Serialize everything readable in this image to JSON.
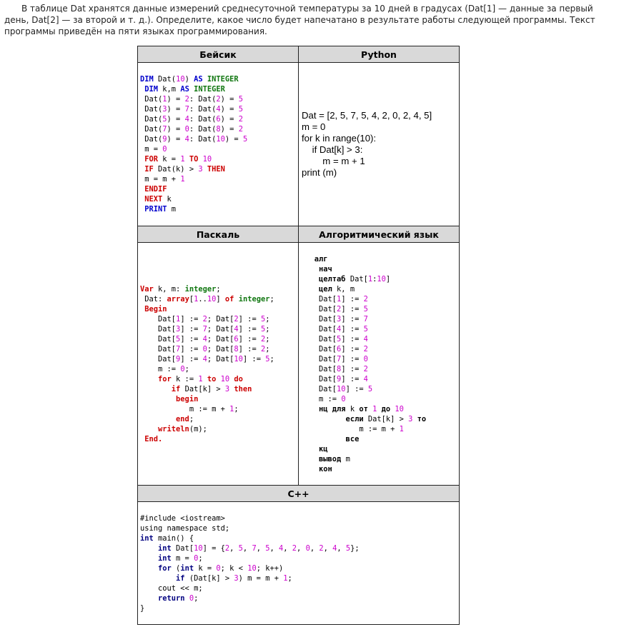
{
  "intro": "В таблице Dat хранятся данные измерений среднесуточной температуры за 10 дней в градусах (Dat[1] — данные за первый день, Dat[2] — за второй и т. д.). Определите, какое число будет напечатано в результате работы следующей программы. Текст программы приведён на пяти языках программирования.",
  "headers": {
    "basic": "Бейсик",
    "python": "Python",
    "pascal": "Паскаль",
    "algo": "Алгоритмический язык",
    "cpp": "C++"
  },
  "colors": {
    "header_bg": "#d9d9d9",
    "keyword_blue": "#0000cc",
    "keyword_green": "#117711",
    "keyword_red": "#cc0000",
    "number_magenta": "#cc00cc",
    "keyword_navy": "#000080"
  },
  "code": {
    "basic": [
      [
        [
          "DIM ",
          "kw-blue"
        ],
        [
          "Dat(",
          ""
        ],
        [
          "10",
          "num"
        ],
        [
          ") ",
          ""
        ],
        [
          "AS ",
          "kw-blue"
        ],
        [
          "INTEGER",
          "kw-green"
        ]
      ],
      [
        [
          " DIM ",
          "kw-blue"
        ],
        [
          "k,m ",
          ""
        ],
        [
          "AS ",
          "kw-blue"
        ],
        [
          "INTEGER",
          "kw-green"
        ]
      ],
      [
        [
          " Dat(",
          ""
        ],
        [
          "1",
          "num"
        ],
        [
          ") = ",
          ""
        ],
        [
          "2",
          "num"
        ],
        [
          ": Dat(",
          ""
        ],
        [
          "2",
          "num"
        ],
        [
          ") = ",
          ""
        ],
        [
          "5",
          "num"
        ]
      ],
      [
        [
          " Dat(",
          ""
        ],
        [
          "3",
          "num"
        ],
        [
          ") = ",
          ""
        ],
        [
          "7",
          "num"
        ],
        [
          ": Dat(",
          ""
        ],
        [
          "4",
          "num"
        ],
        [
          ") = ",
          ""
        ],
        [
          "5",
          "num"
        ]
      ],
      [
        [
          " Dat(",
          ""
        ],
        [
          "5",
          "num"
        ],
        [
          ") = ",
          ""
        ],
        [
          "4",
          "num"
        ],
        [
          ": Dat(",
          ""
        ],
        [
          "6",
          "num"
        ],
        [
          ") = ",
          ""
        ],
        [
          "2",
          "num"
        ]
      ],
      [
        [
          " Dat(",
          ""
        ],
        [
          "7",
          "num"
        ],
        [
          ") = ",
          ""
        ],
        [
          "0",
          "num"
        ],
        [
          ": Dat(",
          ""
        ],
        [
          "8",
          "num"
        ],
        [
          ") = ",
          ""
        ],
        [
          "2",
          "num"
        ]
      ],
      [
        [
          " Dat(",
          ""
        ],
        [
          "9",
          "num"
        ],
        [
          ") = ",
          ""
        ],
        [
          "4",
          "num"
        ],
        [
          ": Dat(",
          ""
        ],
        [
          "10",
          "num"
        ],
        [
          ") = ",
          ""
        ],
        [
          "5",
          "num"
        ]
      ],
      [
        [
          " m = ",
          ""
        ],
        [
          "0",
          "num"
        ]
      ],
      [
        [
          " FOR ",
          "kw-red"
        ],
        [
          "k = ",
          ""
        ],
        [
          "1 ",
          "num"
        ],
        [
          "TO ",
          "kw-red"
        ],
        [
          "10",
          "num"
        ]
      ],
      [
        [
          " IF ",
          "kw-red"
        ],
        [
          "Dat(k) > ",
          ""
        ],
        [
          "3 ",
          "num"
        ],
        [
          "THEN",
          "kw-red"
        ]
      ],
      [
        [
          " m = m + ",
          ""
        ],
        [
          "1",
          "num"
        ]
      ],
      [
        [
          " ENDIF",
          "kw-red"
        ]
      ],
      [
        [
          " NEXT ",
          "kw-red"
        ],
        [
          "k",
          ""
        ]
      ],
      [
        [
          " PRINT ",
          "kw-blue"
        ],
        [
          "m",
          ""
        ]
      ]
    ],
    "python": [
      [
        [
          "Dat = [2, 5, 7, 5, 4, 2, 0, 2, 4, 5]",
          ""
        ]
      ],
      [
        [
          "m = 0",
          ""
        ]
      ],
      [
        [
          "for k in range(10):",
          ""
        ]
      ],
      [
        [
          "    if Dat[k] > 3:",
          ""
        ]
      ],
      [
        [
          "        m = m + 1",
          ""
        ]
      ],
      [
        [
          "print (m)",
          ""
        ]
      ]
    ],
    "pascal": [
      [
        [
          "Var ",
          "kw-red"
        ],
        [
          "k, m: ",
          ""
        ],
        [
          "integer",
          "kw-green"
        ],
        [
          ";",
          ""
        ]
      ],
      [
        [
          " Dat: ",
          ""
        ],
        [
          "array",
          "kw-red"
        ],
        [
          "[",
          ""
        ],
        [
          "1",
          "num"
        ],
        [
          "..",
          ""
        ],
        [
          "10",
          "num"
        ],
        [
          "] ",
          ""
        ],
        [
          "of ",
          "kw-red"
        ],
        [
          "integer",
          "kw-green"
        ],
        [
          ";",
          ""
        ]
      ],
      [
        [
          " Begin",
          "kw-red"
        ]
      ],
      [
        [
          "    Dat[",
          ""
        ],
        [
          "1",
          "num"
        ],
        [
          "] := ",
          ""
        ],
        [
          "2",
          "num"
        ],
        [
          "; Dat[",
          ""
        ],
        [
          "2",
          "num"
        ],
        [
          "] := ",
          ""
        ],
        [
          "5",
          "num"
        ],
        [
          ";",
          ""
        ]
      ],
      [
        [
          "    Dat[",
          ""
        ],
        [
          "3",
          "num"
        ],
        [
          "] := ",
          ""
        ],
        [
          "7",
          "num"
        ],
        [
          "; Dat[",
          ""
        ],
        [
          "4",
          "num"
        ],
        [
          "] := ",
          ""
        ],
        [
          "5",
          "num"
        ],
        [
          ";",
          ""
        ]
      ],
      [
        [
          "    Dat[",
          ""
        ],
        [
          "5",
          "num"
        ],
        [
          "] := ",
          ""
        ],
        [
          "4",
          "num"
        ],
        [
          "; Dat[",
          ""
        ],
        [
          "6",
          "num"
        ],
        [
          "] := ",
          ""
        ],
        [
          "2",
          "num"
        ],
        [
          ";",
          ""
        ]
      ],
      [
        [
          "    Dat[",
          ""
        ],
        [
          "7",
          "num"
        ],
        [
          "] := ",
          ""
        ],
        [
          "0",
          "num"
        ],
        [
          "; Dat[",
          ""
        ],
        [
          "8",
          "num"
        ],
        [
          "] := ",
          ""
        ],
        [
          "2",
          "num"
        ],
        [
          ";",
          ""
        ]
      ],
      [
        [
          "    Dat[",
          ""
        ],
        [
          "9",
          "num"
        ],
        [
          "] := ",
          ""
        ],
        [
          "4",
          "num"
        ],
        [
          "; Dat[",
          ""
        ],
        [
          "10",
          "num"
        ],
        [
          "] := ",
          ""
        ],
        [
          "5",
          "num"
        ],
        [
          ";",
          ""
        ]
      ],
      [
        [
          "    m := ",
          ""
        ],
        [
          "0",
          "num"
        ],
        [
          ";",
          ""
        ]
      ],
      [
        [
          "    for ",
          "kw-red"
        ],
        [
          "k := ",
          ""
        ],
        [
          "1 ",
          "num"
        ],
        [
          "to ",
          "kw-red"
        ],
        [
          "10 ",
          "num"
        ],
        [
          "do",
          "kw-red"
        ]
      ],
      [
        [
          "       if ",
          "kw-red"
        ],
        [
          "Dat[k] > ",
          ""
        ],
        [
          "3 ",
          "num"
        ],
        [
          "then",
          "kw-red"
        ]
      ],
      [
        [
          "        begin",
          "kw-red"
        ]
      ],
      [
        [
          "           m := m + ",
          ""
        ],
        [
          "1",
          "num"
        ],
        [
          ";",
          ""
        ]
      ],
      [
        [
          "        end",
          "kw-red"
        ],
        [
          ";",
          ""
        ]
      ],
      [
        [
          "    writeln",
          "kw-red"
        ],
        [
          "(m);",
          ""
        ]
      ],
      [
        [
          " End.",
          "kw-red"
        ]
      ]
    ],
    "algo": [
      [
        [
          "   алг",
          "bold"
        ]
      ],
      [
        [
          "    нач",
          "bold"
        ]
      ],
      [
        [
          "    целтаб ",
          "bold"
        ],
        [
          "Dat[",
          ""
        ],
        [
          "1",
          "num"
        ],
        [
          ":",
          ""
        ],
        [
          "10",
          "num"
        ],
        [
          "]",
          ""
        ]
      ],
      [
        [
          "    цел ",
          "bold"
        ],
        [
          "k, m",
          ""
        ]
      ],
      [
        [
          "    Dat[",
          ""
        ],
        [
          "1",
          "num"
        ],
        [
          "] := ",
          ""
        ],
        [
          "2",
          "num"
        ]
      ],
      [
        [
          "    Dat[",
          ""
        ],
        [
          "2",
          "num"
        ],
        [
          "] := ",
          ""
        ],
        [
          "5",
          "num"
        ]
      ],
      [
        [
          "    Dat[",
          ""
        ],
        [
          "3",
          "num"
        ],
        [
          "] := ",
          ""
        ],
        [
          "7",
          "num"
        ]
      ],
      [
        [
          "    Dat[",
          ""
        ],
        [
          "4",
          "num"
        ],
        [
          "] := ",
          ""
        ],
        [
          "5",
          "num"
        ]
      ],
      [
        [
          "    Dat[",
          ""
        ],
        [
          "5",
          "num"
        ],
        [
          "] := ",
          ""
        ],
        [
          "4",
          "num"
        ]
      ],
      [
        [
          "    Dat[",
          ""
        ],
        [
          "6",
          "num"
        ],
        [
          "] := ",
          ""
        ],
        [
          "2",
          "num"
        ]
      ],
      [
        [
          "    Dat[",
          ""
        ],
        [
          "7",
          "num"
        ],
        [
          "] := ",
          ""
        ],
        [
          "0",
          "num"
        ]
      ],
      [
        [
          "    Dat[",
          ""
        ],
        [
          "8",
          "num"
        ],
        [
          "] := ",
          ""
        ],
        [
          "2",
          "num"
        ]
      ],
      [
        [
          "    Dat[",
          ""
        ],
        [
          "9",
          "num"
        ],
        [
          "] := ",
          ""
        ],
        [
          "4",
          "num"
        ]
      ],
      [
        [
          "    Dat[",
          ""
        ],
        [
          "10",
          "num"
        ],
        [
          "] := ",
          ""
        ],
        [
          "5",
          "num"
        ]
      ],
      [
        [
          "    m := ",
          ""
        ],
        [
          "0",
          "num"
        ]
      ],
      [
        [
          "    нц для ",
          "bold"
        ],
        [
          "k ",
          ""
        ],
        [
          "от ",
          "bold"
        ],
        [
          "1 ",
          "num"
        ],
        [
          "до ",
          "bold"
        ],
        [
          "10",
          "num"
        ]
      ],
      [
        [
          "          если ",
          "bold"
        ],
        [
          "Dat[k] > ",
          ""
        ],
        [
          "3 ",
          "num"
        ],
        [
          "то",
          "bold"
        ]
      ],
      [
        [
          "             m := m + ",
          ""
        ],
        [
          "1",
          "num"
        ]
      ],
      [
        [
          "          все",
          "bold"
        ]
      ],
      [
        [
          "    кц",
          "bold"
        ]
      ],
      [
        [
          "    вывод ",
          "bold"
        ],
        [
          "m",
          ""
        ]
      ],
      [
        [
          "    кон",
          "bold"
        ]
      ]
    ],
    "cpp": [
      [
        [
          "#include <iostream>",
          ""
        ]
      ],
      [
        [
          "using namespace std;",
          ""
        ]
      ],
      [
        [
          "int ",
          "kw-navy"
        ],
        [
          "main() {",
          ""
        ]
      ],
      [
        [
          "    int ",
          "kw-navy"
        ],
        [
          "Dat[",
          ""
        ],
        [
          "10",
          "num"
        ],
        [
          "] = {",
          ""
        ],
        [
          "2",
          "num"
        ],
        [
          ", ",
          ""
        ],
        [
          "5",
          "num"
        ],
        [
          ", ",
          ""
        ],
        [
          "7",
          "num"
        ],
        [
          ", ",
          ""
        ],
        [
          "5",
          "num"
        ],
        [
          ", ",
          ""
        ],
        [
          "4",
          "num"
        ],
        [
          ", ",
          ""
        ],
        [
          "2",
          "num"
        ],
        [
          ", ",
          ""
        ],
        [
          "0",
          "num"
        ],
        [
          ", ",
          ""
        ],
        [
          "2",
          "num"
        ],
        [
          ", ",
          ""
        ],
        [
          "4",
          "num"
        ],
        [
          ", ",
          ""
        ],
        [
          "5",
          "num"
        ],
        [
          "};",
          ""
        ]
      ],
      [
        [
          "    int ",
          "kw-navy"
        ],
        [
          "m = ",
          ""
        ],
        [
          "0",
          "num"
        ],
        [
          ";",
          ""
        ]
      ],
      [
        [
          "    for ",
          "kw-navy"
        ],
        [
          "(",
          ""
        ],
        [
          "int ",
          "kw-navy"
        ],
        [
          "k = ",
          ""
        ],
        [
          "0",
          "num"
        ],
        [
          "; k < ",
          ""
        ],
        [
          "10",
          "num"
        ],
        [
          "; k++)",
          ""
        ]
      ],
      [
        [
          "        if ",
          "kw-navy"
        ],
        [
          "(Dat[k] > ",
          ""
        ],
        [
          "3",
          "num"
        ],
        [
          ") m = m + ",
          ""
        ],
        [
          "1",
          "num"
        ],
        [
          ";",
          ""
        ]
      ],
      [
        [
          "    cout << m;",
          ""
        ]
      ],
      [
        [
          "    return ",
          "kw-navy"
        ],
        [
          "0",
          "num"
        ],
        [
          ";",
          ""
        ]
      ],
      [
        [
          "}",
          ""
        ]
      ]
    ]
  }
}
